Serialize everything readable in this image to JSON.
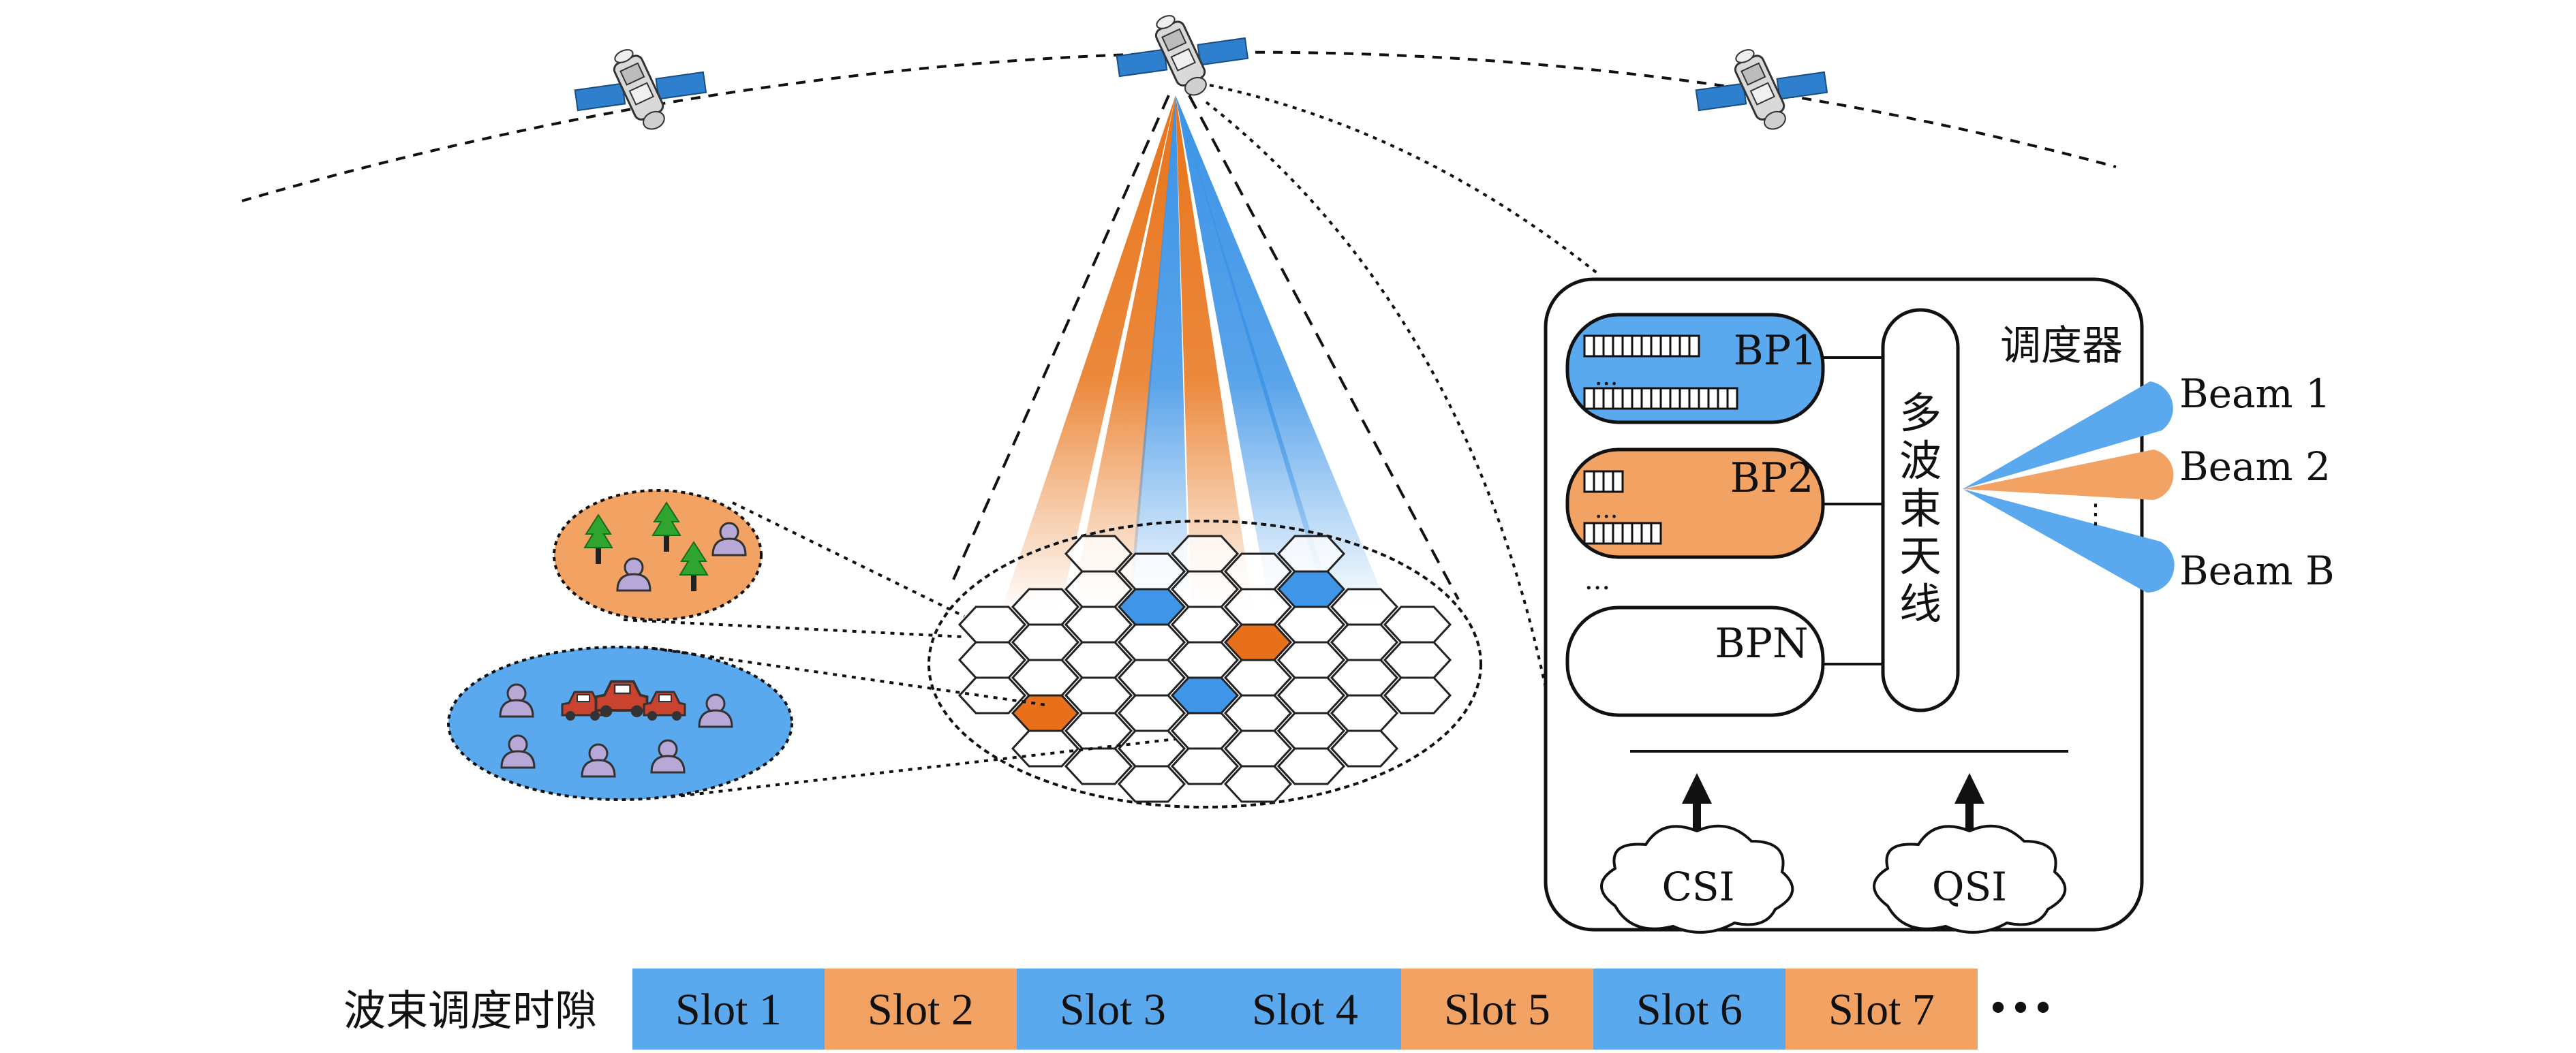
{
  "colors": {
    "blue": "#5aa9ee",
    "orange": "#f2a263",
    "beam_orange": "#e8741a",
    "beam_blue": "#3b93e6",
    "hex_orange": "#e8701a",
    "hex_blue": "#3f95e8"
  },
  "scheduler": {
    "title": "调度器",
    "antenna_label": [
      "多",
      "波",
      "束",
      "天",
      "线"
    ],
    "pools": [
      {
        "label": "BP1",
        "color": "blue"
      },
      {
        "label": "BP2",
        "color": "orange"
      },
      {
        "label": "BPN",
        "color": "white"
      }
    ],
    "pool_ellipsis": "...",
    "inputs": [
      "CSI",
      "QSI"
    ]
  },
  "beams": {
    "labels": [
      "Beam 1",
      "Beam 2",
      "Beam B"
    ],
    "ellipsis": "⋮"
  },
  "timeline": {
    "label": "波束调度时隙",
    "slots": [
      {
        "label": "Slot 1",
        "color": "blue"
      },
      {
        "label": "Slot 2",
        "color": "orange"
      },
      {
        "label": "Slot 3",
        "color": "blue"
      },
      {
        "label": "Slot 4",
        "color": "blue"
      },
      {
        "label": "Slot 5",
        "color": "orange"
      },
      {
        "label": "Slot 6",
        "color": "blue"
      },
      {
        "label": "Slot 7",
        "color": "orange"
      }
    ],
    "more": "•••"
  },
  "icons": [
    "satellite-icon",
    "tree-icon",
    "user-icon",
    "car-icon",
    "cloud-icon",
    "arrow-up-icon"
  ]
}
